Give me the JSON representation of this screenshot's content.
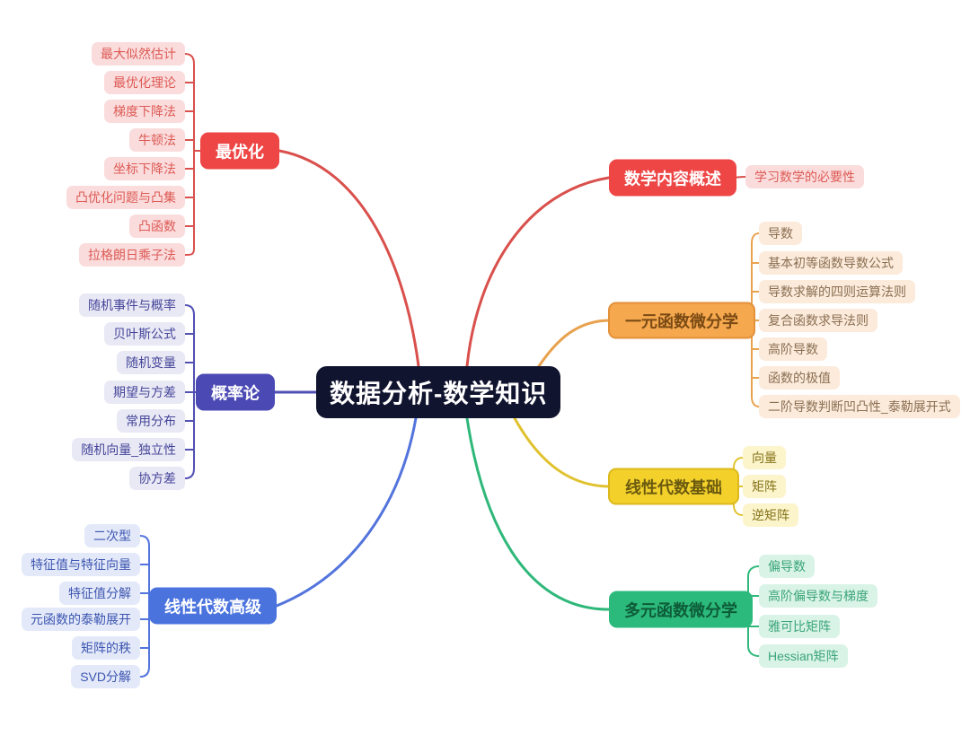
{
  "root": {
    "label": "数据分析-数学知识",
    "bg_color": "#10142f",
    "text_color": "#ffffff"
  },
  "branches": [
    {
      "label": "最优化",
      "color": "#ee4545",
      "node_text": "#ffffff",
      "child_bg": "#fadcdc",
      "child_text": "#dd5a55",
      "children": [
        "最大似然估计",
        "最优化理论",
        "梯度下降法",
        "牛顿法",
        "坐标下降法",
        "凸优化问题与凸集",
        "凸函数",
        "拉格朗日乘子法"
      ]
    },
    {
      "label": "概率论",
      "color": "#4b49b4",
      "node_text": "#ffffff",
      "child_bg": "#e9e9f5",
      "child_text": "#45459a",
      "children": [
        "随机事件与概率",
        "贝叶斯公式",
        "随机变量",
        "期望与方差",
        "常用分布",
        "随机向量_独立性",
        "协方差"
      ]
    },
    {
      "label": "线性代数高级",
      "color": "#4a73de",
      "node_text": "#ffffff",
      "child_bg": "#e3e9f9",
      "child_text": "#3c55b0",
      "children": [
        "二次型",
        "特征值与特征向量",
        "特征值分解",
        "元函数的泰勒展开",
        "矩阵的秩",
        "SVD分解"
      ]
    },
    {
      "label": "数学内容概述",
      "color": "#ee4545",
      "node_text": "#ffffff",
      "child_bg": "#fadcdc",
      "child_text": "#dd5a55",
      "children": [
        "学习数学的必要性"
      ]
    },
    {
      "label": "一元函数微分学",
      "color": "#f5a84e",
      "node_text": "#7a4a14",
      "child_bg": "#fceadb",
      "child_text": "#8a6f52",
      "children": [
        "导数",
        "基本初等函数导数公式",
        "导数求解的四则运算法则",
        "复合函数求导法则",
        "高阶导数",
        "函数的极值",
        "二阶导数判断凹凸性_泰勒展开式"
      ]
    },
    {
      "label": "线性代数基础",
      "color": "#f3d02a",
      "node_text": "#6b5a10",
      "child_bg": "#fcf4cb",
      "child_text": "#86741a",
      "children": [
        "向量",
        "矩阵",
        "逆矩阵"
      ]
    },
    {
      "label": "多元函数微分学",
      "color": "#2cba7c",
      "node_text": "#0d5c38",
      "child_bg": "#d9f3e7",
      "child_text": "#3aa578",
      "children": [
        "偏导数",
        "高阶偏导数与梯度",
        "雅可比矩阵",
        "Hessian矩阵"
      ]
    }
  ]
}
